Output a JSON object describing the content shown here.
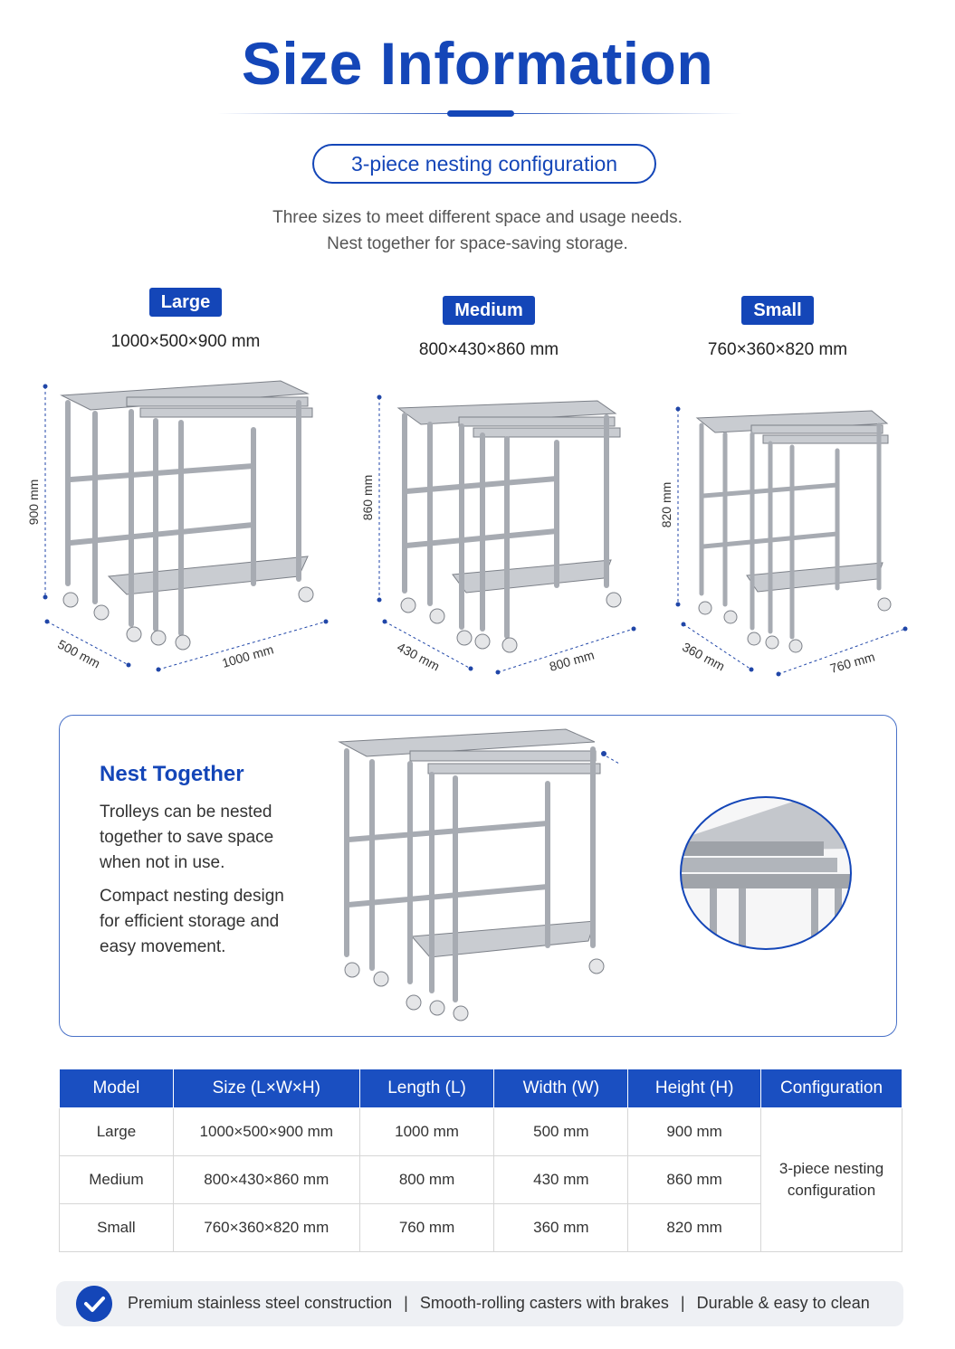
{
  "header": {
    "title": "Size Information",
    "config_pill": "3-piece nesting configuration",
    "intro_line1": "Three sizes to meet different space and usage needs.",
    "intro_line2": "Nest together for space-saving storage."
  },
  "sizes": [
    {
      "name": "Large",
      "dims": "1000×500×900 mm",
      "height_label": "900 mm",
      "depth_label": "500 mm",
      "length_label": "1000 mm"
    },
    {
      "name": "Medium",
      "dims": "800×430×860 mm",
      "height_label": "860 mm",
      "depth_label": "430 mm",
      "length_label": "800 mm"
    },
    {
      "name": "Small",
      "dims": "760×360×820 mm",
      "height_label": "820 mm",
      "depth_label": "360 mm",
      "length_label": "760 mm"
    }
  ],
  "nest": {
    "title": "Nest Together",
    "p1": "Trolleys can be nested together to save space when not in use.",
    "p2": "Compact nesting design for efficient storage and easy movement."
  },
  "table": {
    "headers": [
      "Model",
      "Size (L×W×H)",
      "Length (L)",
      "Width (W)",
      "Height (H)",
      "Configuration"
    ],
    "rows": [
      [
        "Large",
        "1000×500×900 mm",
        "1000 mm",
        "500 mm",
        "900 mm"
      ],
      [
        "Medium",
        "800×430×860 mm",
        "800 mm",
        "430 mm",
        "860 mm"
      ],
      [
        "Small",
        "760×360×820 mm",
        "760 mm",
        "360 mm",
        "820 mm"
      ]
    ],
    "configuration": "3-piece nesting configuration"
  },
  "footer": {
    "features": [
      "Premium stainless steel construction",
      "Smooth-rolling casters with brakes",
      "Durable & easy to clean"
    ],
    "separator": "|"
  },
  "colors": {
    "brand_blue": "#1446b8",
    "steel": "#b8bcc2"
  }
}
